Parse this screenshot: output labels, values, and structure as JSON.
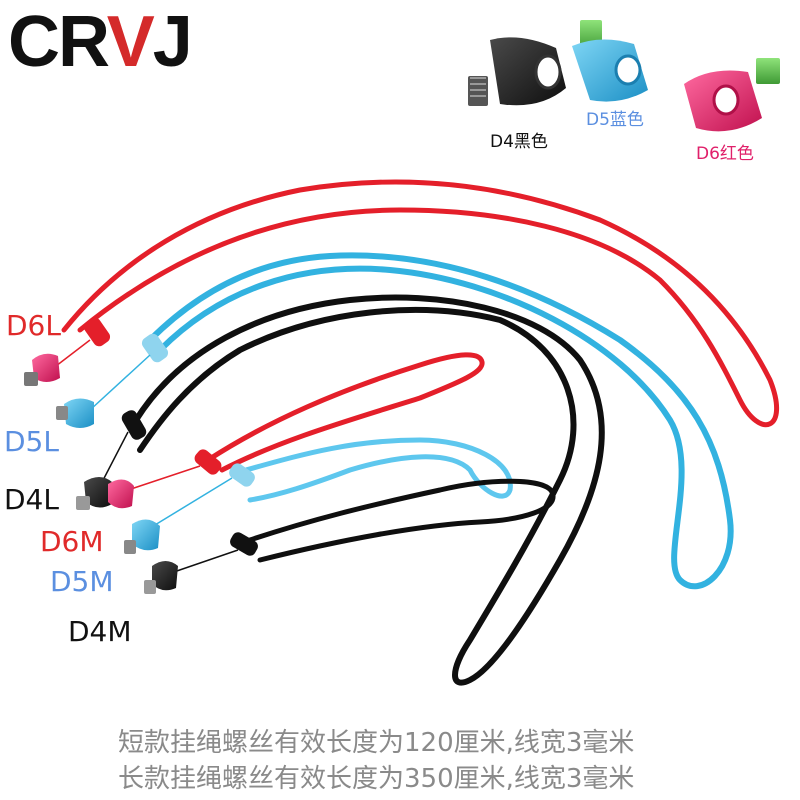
{
  "brand": {
    "prefix": "CR",
    "accent": "V",
    "suffix": "J"
  },
  "product_labels": {
    "d4": "D4黑色",
    "d5": "D5蓝色",
    "d6": "D6红色"
  },
  "lanyard_labels": {
    "d6l": "D6L",
    "d5l": "D5L",
    "d4l": "D4L",
    "d6m": "D6M",
    "d5m": "D5M",
    "d4m": "D4M"
  },
  "captions": {
    "short": "短款挂绳螺丝有效长度为120厘米,线宽3毫米",
    "long": "长款挂绳螺丝有效长度为350厘米,线宽3毫米"
  },
  "colors": {
    "black": "#111111",
    "blue": "#2aa8d8",
    "red": "#e41f2a",
    "pink": "#e0206a",
    "label_blue": "#5b8fe0",
    "label_red": "#e02a2a",
    "label_pink": "#e0206a",
    "caption_gray": "#8a8a8a"
  }
}
